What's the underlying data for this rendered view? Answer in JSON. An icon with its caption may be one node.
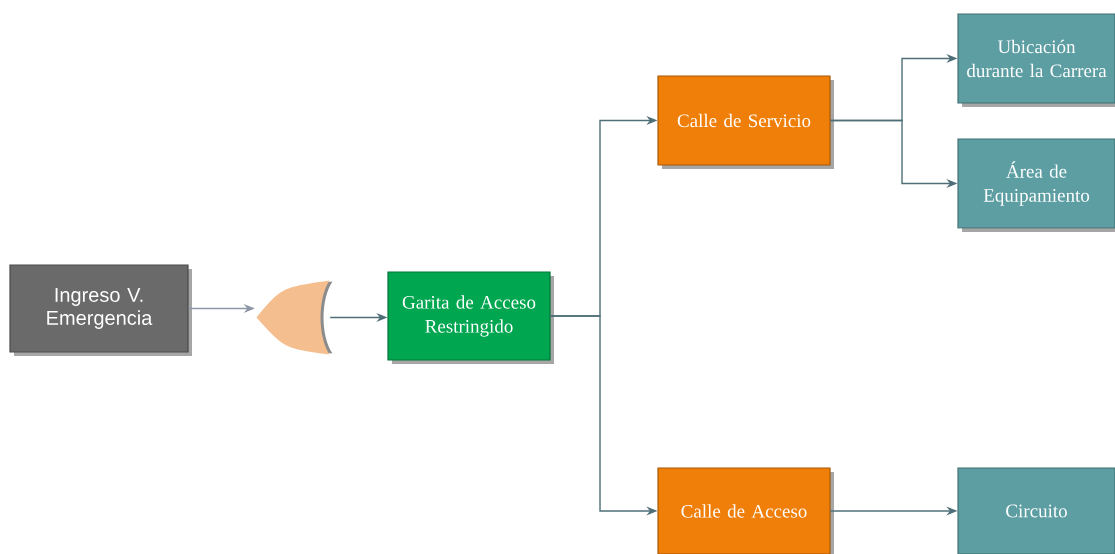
{
  "diagram": {
    "nodes": [
      {
        "text": [
          "Ingreso V. Emergencia"
        ]
      },
      {
        "text": [],
        "shape": "gate"
      },
      {
        "text": [
          "Garita de Acceso Restringido"
        ]
      },
      {
        "text": [
          "Calle de Servicio"
        ]
      },
      {
        "text": [
          "Calle de Acceso"
        ]
      },
      {
        "text": [
          "Ubicación durante la Carrera"
        ]
      },
      {
        "text": [
          "Área de Equipamiento"
        ]
      },
      {
        "text": [
          "Circuito"
        ]
      }
    ],
    "edges": [
      {
        "from": 0,
        "to": 1,
        "arrow": "to",
        "color": "#8c96a6"
      },
      {
        "from": 1,
        "to": 2,
        "arrow": "to"
      },
      {
        "from": 2,
        "to": 3,
        "arrow": "to"
      },
      {
        "from": 2,
        "to": 4,
        "arrow": "to"
      },
      {
        "from": 3,
        "to": 5,
        "arrow": "to"
      },
      {
        "from": 3,
        "to": 6,
        "arrow": "to"
      },
      {
        "from": 4,
        "to": 7,
        "arrow": "to"
      }
    ]
  }
}
